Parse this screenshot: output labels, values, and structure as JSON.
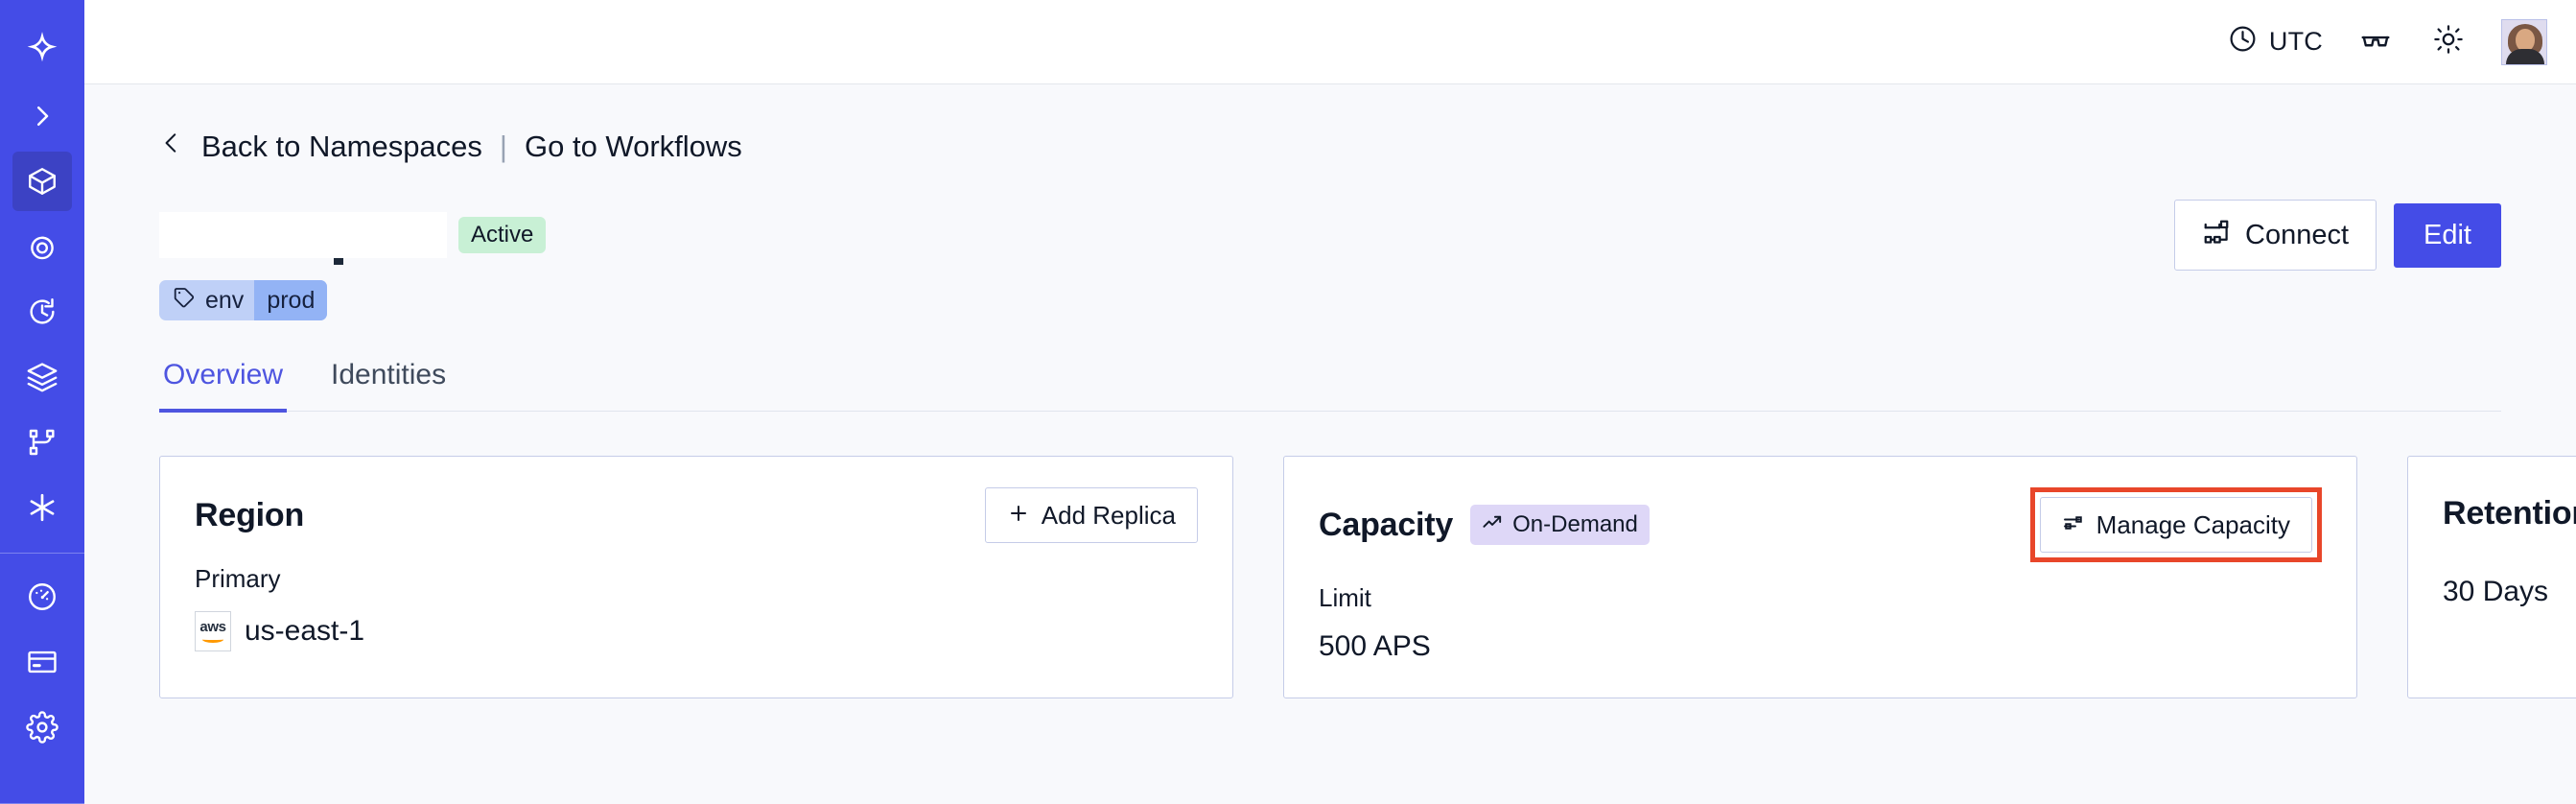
{
  "brand": {
    "accent": "#444CE7",
    "sidebar_bg": "#444CE7",
    "page_bg": "#F8F9FC",
    "highlight": "#E8462A"
  },
  "sidebar": {
    "logo_icon": "temporal-logo-icon",
    "expand_icon": "chevron-right-icon",
    "items": [
      {
        "name": "namespaces",
        "icon": "cube-icon",
        "active": true
      },
      {
        "name": "observability",
        "icon": "eye-radar-icon",
        "active": false
      },
      {
        "name": "history",
        "icon": "timer-icon",
        "active": false
      },
      {
        "name": "schedules",
        "icon": "layers-icon",
        "active": false
      },
      {
        "name": "workflows",
        "icon": "git-branch-icon",
        "active": false
      },
      {
        "name": "nexus",
        "icon": "asterisk-icon",
        "active": false
      }
    ],
    "bottom_items": [
      {
        "name": "usage",
        "icon": "gauge-icon",
        "active": false
      },
      {
        "name": "billing",
        "icon": "credit-card-icon",
        "active": false
      },
      {
        "name": "settings",
        "icon": "gear-icon",
        "active": false
      }
    ]
  },
  "topbar": {
    "timezone_label": "UTC",
    "clock_icon": "clock-icon",
    "glasses_icon": "glasses-icon",
    "theme_icon": "sun-icon",
    "avatar_icon": "user-avatar"
  },
  "breadcrumb": {
    "back_icon": "chevron-left-icon",
    "back_label": "Back to Namespaces",
    "separator": "|",
    "workflows_label": "Go to Workflows"
  },
  "namespace": {
    "name": "",
    "status_badge": "Active",
    "tag": {
      "icon": "tag-icon",
      "key": "env",
      "value": "prod"
    }
  },
  "actions": {
    "connect_label": "Connect",
    "connect_icon": "connect-flow-icon",
    "edit_label": "Edit"
  },
  "tabs": [
    {
      "label": "Overview",
      "active": true
    },
    {
      "label": "Identities",
      "active": false
    }
  ],
  "cards": {
    "region": {
      "title": "Region",
      "action_label": "Add Replica",
      "action_icon": "plus-icon",
      "sublabel": "Primary",
      "provider_icon": "aws-logo",
      "provider_text": "aws",
      "value": "us-east-1"
    },
    "capacity": {
      "title": "Capacity",
      "badge_label": "On-Demand",
      "badge_icon": "trending-up-icon",
      "action_label": "Manage Capacity",
      "action_icon": "sliders-icon",
      "action_highlighted": true,
      "sublabel": "Limit",
      "value": "500 APS"
    },
    "retention": {
      "title": "Retention Period",
      "value": "30 Days"
    }
  }
}
